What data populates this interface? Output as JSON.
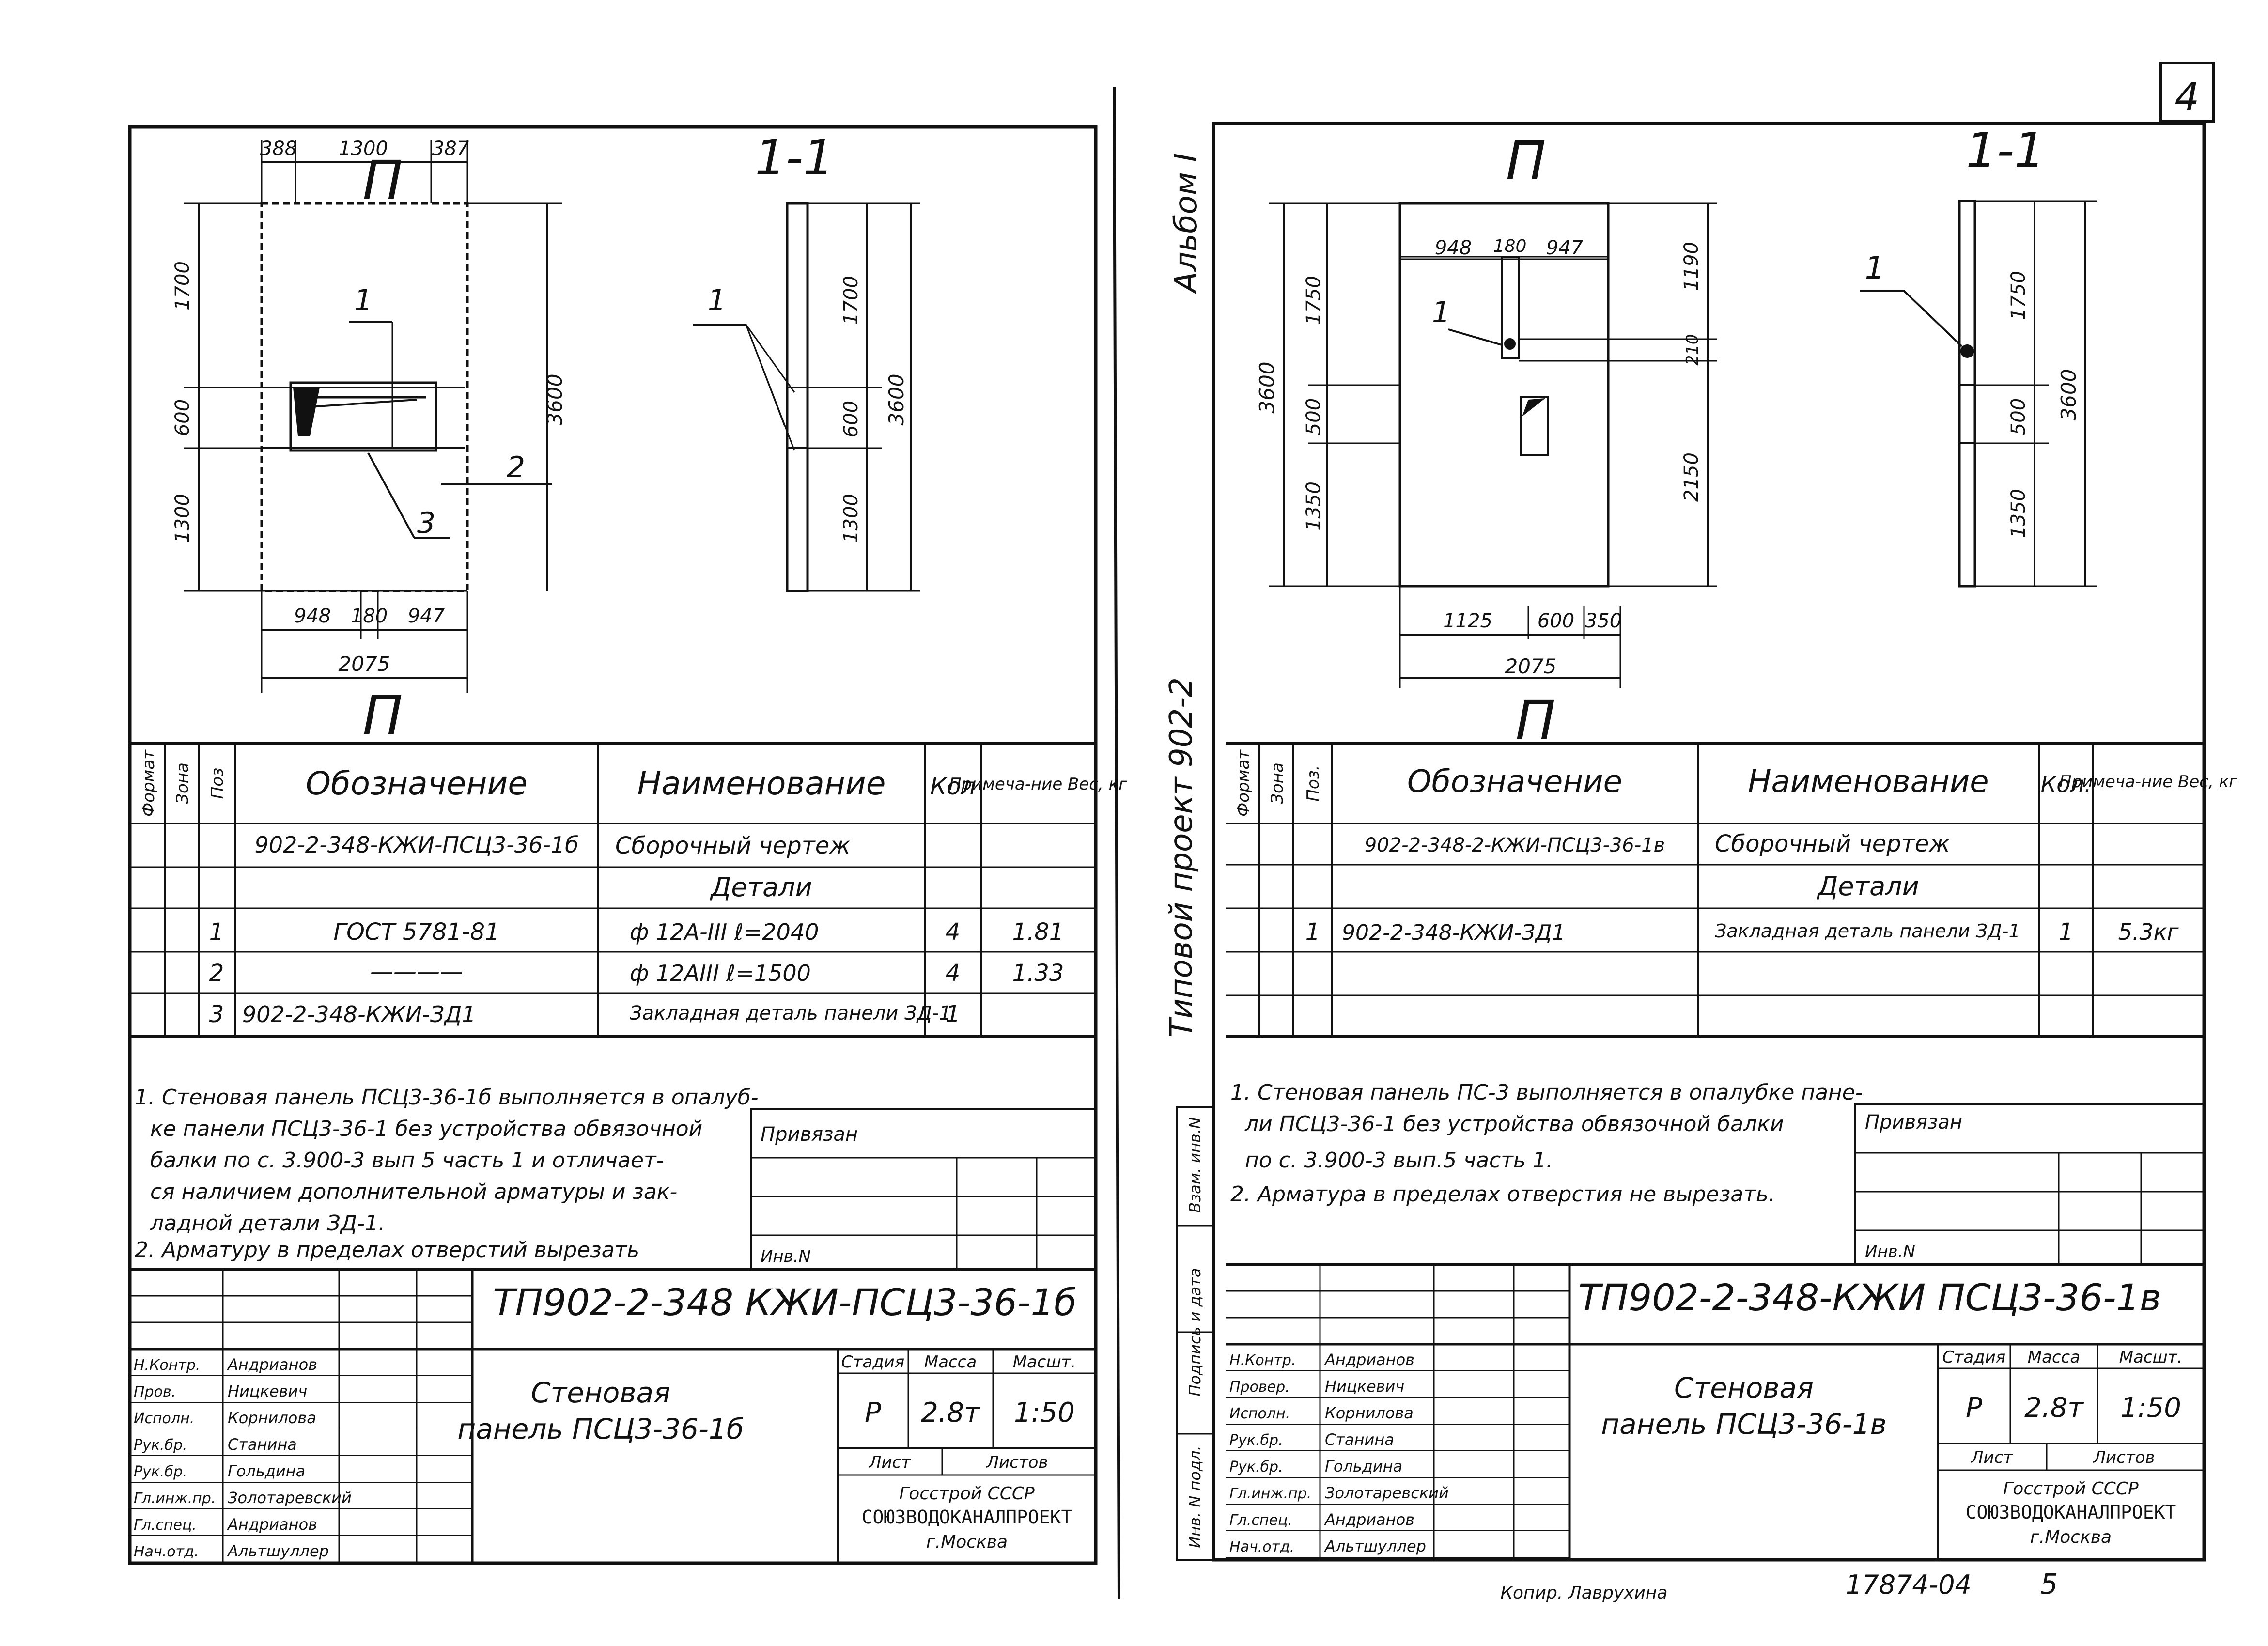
{
  "page_number": "4",
  "side_texts": {
    "album": "Альбом I",
    "project": "Типовой проект 902-2"
  },
  "left": {
    "section_marks": {
      "plan": "П",
      "section": "1-1"
    },
    "plan_dims": {
      "top": [
        "388",
        "1300",
        "387"
      ],
      "left": [
        "1700",
        "600",
        "1300"
      ],
      "right": "3600",
      "bottom": [
        "948",
        "180",
        "947"
      ],
      "total": "2075",
      "leaders": [
        "1",
        "2",
        "3"
      ]
    },
    "section_dims": {
      "inner": [
        "1700",
        "600",
        "1300"
      ],
      "total": "3600",
      "leader": "1"
    },
    "spec": {
      "headers": {
        "format": "Формат",
        "zone": "Зона",
        "pos": "Поз",
        "designation": "Обозначение",
        "name": "Наименование",
        "qty": "Кол",
        "note": "Примеча-ние Вес, кг"
      },
      "rows": [
        {
          "pos": "",
          "designation": "902-2-348-КЖИ-ПСЦ3-36-1б",
          "name": "Сборочный чертеж",
          "qty": "",
          "note": ""
        },
        {
          "pos": "",
          "designation": "",
          "name": "Детали",
          "qty": "",
          "note": ""
        },
        {
          "pos": "1",
          "designation": "ГОСТ 5781-81",
          "name": "ф 12А-III  ℓ=2040",
          "qty": "4",
          "note": "1.81"
        },
        {
          "pos": "2",
          "designation": "————",
          "name": "ф 12АIII  ℓ=1500",
          "qty": "4",
          "note": "1.33"
        },
        {
          "pos": "3",
          "designation": "902-2-348-КЖИ-ЗД1",
          "name": "Закладная деталь панели ЗД-1",
          "qty": "1",
          "note": ""
        }
      ]
    },
    "notes": [
      "1. Стеновая панель ПСЦ3-36-1б выполняется в опалуб-",
      "ке панели ПСЦ3-36-1 без устройства обвязочной",
      "балки по с. 3.900-3 вып 5 часть 1 и отличает-",
      "ся наличием дополнительной арматуры и зак-",
      "ладной детали ЗД-1.",
      "2. Арматуру в пределах отверстий вырезать"
    ],
    "privyazan": "Привязан",
    "inv": "Инв.N",
    "code": "ТП902-2-348  КЖИ-ПСЦ3-36-1б",
    "title": [
      "Стеновая",
      "панель ПСЦ3-36-1б"
    ],
    "stage_header": [
      "Стадия",
      "Масса",
      "Масшт."
    ],
    "stage_values": [
      "Р",
      "2.8т",
      "1:50"
    ],
    "sheet_header": [
      "Лист",
      "Листов"
    ],
    "org": [
      "Госстрой СССР",
      "СОЮЗВОДОКАНАЛПРОЕКТ",
      "г.Москва"
    ],
    "staff_roles": [
      "Н.Контр.",
      "Пров.",
      "Исполн.",
      "Рук.бр.",
      "Рук.бр.",
      "Гл.инж.пр.",
      "Гл.спец.",
      "Нач.отд."
    ],
    "staff_names": [
      "Андрианов",
      "Ницкевич",
      "Корнилова",
      "Станина",
      "Гольдина",
      "Золотаревский",
      "Андрианов",
      "Альтшуллер"
    ]
  },
  "right": {
    "section_marks": {
      "plan": "П",
      "section": "1-1"
    },
    "plan_dims": {
      "inner_top": [
        "948",
        "180",
        "947"
      ],
      "left_total": "3600",
      "left": [
        "1750",
        "500",
        "1350"
      ],
      "right": [
        "1190",
        "210",
        "2150"
      ],
      "bottom": [
        "1125",
        "600",
        "350"
      ],
      "total": "2075",
      "leader": "1"
    },
    "section_dims": {
      "inner": [
        "1750",
        "500",
        "1350"
      ],
      "total": "3600",
      "leader": "1"
    },
    "spec": {
      "headers": {
        "format": "Формат",
        "zone": "Зона",
        "pos": "Поз.",
        "designation": "Обозначение",
        "name": "Наименование",
        "qty": "Кол.",
        "note": "Примеча-ние Вес, кг"
      },
      "rows": [
        {
          "pos": "",
          "designation": "902-2-348-2-КЖИ-ПСЦ3-36-1в",
          "name": "Сборочный чертеж",
          "qty": "",
          "note": ""
        },
        {
          "pos": "",
          "designation": "",
          "name": "Детали",
          "qty": "",
          "note": ""
        },
        {
          "pos": "1",
          "designation": "902-2-348-КЖИ-ЗД1",
          "name": "Закладная деталь панели ЗД-1",
          "qty": "1",
          "note": "5.3кг"
        }
      ]
    },
    "notes": [
      "1. Стеновая панель ПС-3 выполняется в опалубке пане-",
      "ли ПСЦ3-36-1 без устройства обвязочной балки",
      "по с. 3.900-3 вып.5 часть 1.",
      "2. Арматура в пределах отверстия не вырезать."
    ],
    "privyazan": "Привязан",
    "inv": "Инв.N",
    "code": "ТП902-2-348-КЖИ ПСЦ3-36-1в",
    "title": [
      "Стеновая",
      "панель ПСЦ3-36-1в"
    ],
    "stage_header": [
      "Стадия",
      "Масса",
      "Масшт."
    ],
    "stage_values": [
      "Р",
      "2.8т",
      "1:50"
    ],
    "sheet_header": [
      "Лист",
      "Листов"
    ],
    "org": [
      "Госстрой СССР",
      "СОЮЗВОДОКАНАЛПРОЕКТ",
      "г.Москва"
    ],
    "staff_roles": [
      "Н.Контр.",
      "Провер.",
      "Исполн.",
      "Рук.бр.",
      "Рук.бр.",
      "Гл.инж.пр.",
      "Гл.спец.",
      "Нач.отд."
    ],
    "staff_names": [
      "Андрианов",
      "Ницкевич",
      "Корнилова",
      "Станина",
      "Гольдина",
      "Золотаревский",
      "Андрианов",
      "Альтшуллер"
    ],
    "vertical_stamp": [
      "Взам. инв.N",
      "Подпись и дата",
      "Инв. N подл."
    ]
  },
  "footer": {
    "copied": "Копир. Лаврухина",
    "number": "17874-04",
    "sheet": "5"
  }
}
